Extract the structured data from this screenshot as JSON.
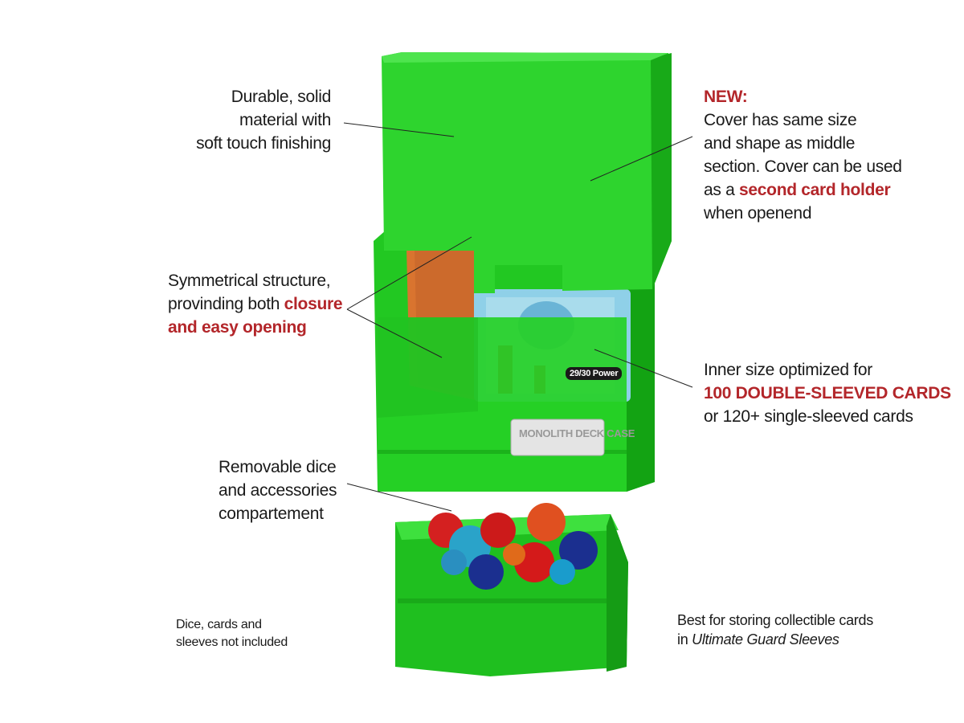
{
  "product": {
    "card_label": "29/30 Power",
    "logo_text": "MONOLITH DECK CASE",
    "colors": {
      "green": "#22cc22",
      "green_dark": "#12a012",
      "accent_red": "#b3262a",
      "cards_orange": "#d9742f"
    }
  },
  "annotations": {
    "material": [
      "Durable, solid",
      "material with",
      "soft touch finishing"
    ],
    "new_label": "NEW:",
    "cover": {
      "line1": "Cover has same size",
      "line2": "and shape as middle",
      "line3": "section. Cover can be used",
      "line4_prefix": "as a ",
      "line4_highlight": "second card holder",
      "line5": "when openend"
    },
    "structure": {
      "line1": "Symmetrical structure,",
      "line2_prefix": "provinding both ",
      "line2_highlight": "closure",
      "line3_highlight": "and easy opening"
    },
    "inner": {
      "line1": "Inner size optimized for",
      "line2_highlight": "100 DOUBLE-SLEEVED CARDS",
      "line3": "or 120+ single-sleeved cards"
    },
    "dice": [
      "Removable dice",
      "and accessories",
      "compartement"
    ],
    "disclaimer": [
      "Dice, cards and",
      "sleeves not included"
    ],
    "best": {
      "line1": "Best for storing collectible cards",
      "line2_prefix": "in ",
      "line2_italic": "Ultimate Guard Sleeves"
    }
  }
}
